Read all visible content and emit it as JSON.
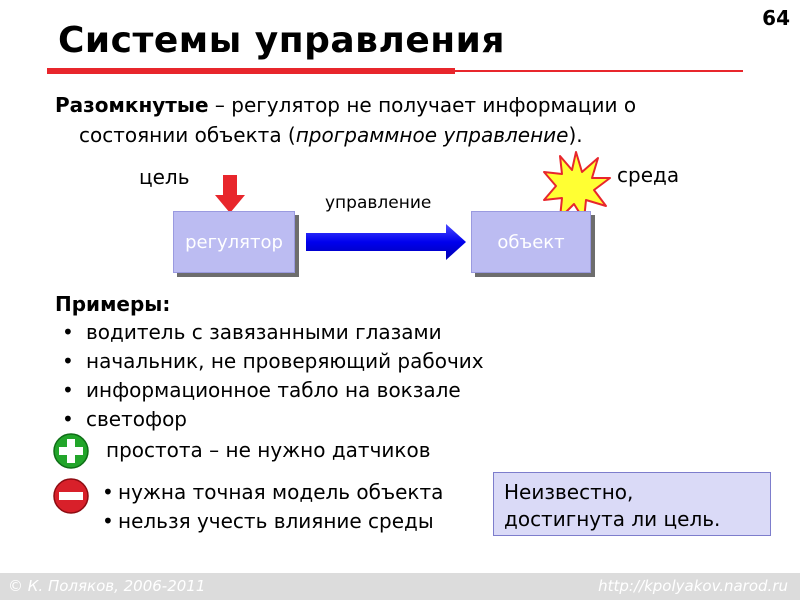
{
  "slide": {
    "page_number": "64",
    "title": "Системы управления",
    "accent_color": "#e8262c"
  },
  "definition": {
    "term": "Разомкнутые",
    "text_1": " – регулятор не получает информации о",
    "text_2": "состоянии объекта (",
    "text_italic": "программное управление",
    "text_3": ")."
  },
  "diagram": {
    "goal_label": "цель",
    "environment_label": "среда",
    "control_label": "управление",
    "regulator_label": "регулятор",
    "object_label": "объект",
    "box_color": "#bcbcf2"
  },
  "examples": {
    "heading": "Примеры:",
    "items": [
      "водитель с завязанными глазами",
      "начальник, не проверяющий рабочих",
      "информационное табло на вокзале",
      "светофор"
    ]
  },
  "pros": {
    "icon": "plus-circle-icon",
    "text": "простота – не нужно датчиков"
  },
  "cons": {
    "icon": "minus-circle-icon",
    "items": [
      "нужна точная модель объекта",
      "нельзя учесть влияние среды"
    ]
  },
  "note": {
    "line_1": "Неизвестно,",
    "line_2": "достигнута ли цель."
  },
  "footer": {
    "left": "© К. Поляков, 2006-2011",
    "right": "http://kpolyakov.narod.ru"
  }
}
